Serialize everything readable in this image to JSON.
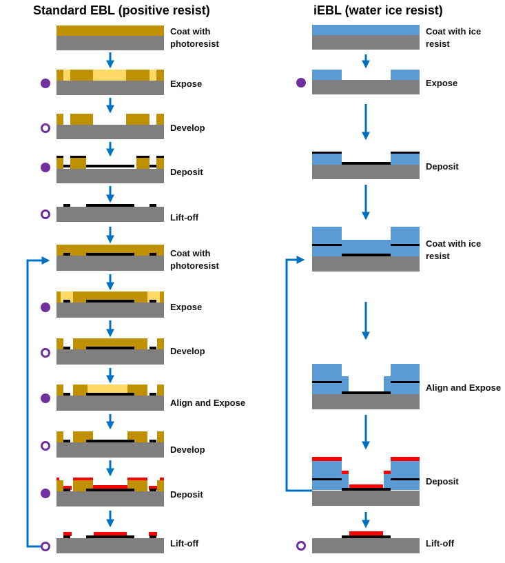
{
  "titles": {
    "left": "Standard EBL (positive resist)",
    "right": "iEBL (water ice resist)"
  },
  "left_steps": [
    "Coat with\nphotoresist",
    "Expose",
    "Develop",
    "Deposit",
    "Lift-off",
    "Coat with\nphotoresist",
    "Expose",
    "Develop",
    "Align and Expose",
    "Develop",
    "Deposit",
    "Lift-off"
  ],
  "right_steps": [
    "Coat with ice\nresist",
    "Expose",
    "Deposit",
    "Coat with ice\nresist",
    "Align and Expose",
    "Deposit",
    "Lift-off"
  ],
  "legend_markers": {
    "left": [
      "none",
      "filled",
      "hollow",
      "filled",
      "hollow",
      "none",
      "filled",
      "hollow",
      "filled",
      "hollow",
      "filled",
      "hollow"
    ],
    "right": [
      "none",
      "filled",
      "none",
      "none",
      "none",
      "none",
      "hollow"
    ]
  },
  "colors": {
    "substrate": "#7f7f7f",
    "photoresist": "#bf9000",
    "exposed_resist": "#ffd966",
    "ice_resist": "#5b9bd5",
    "metal_first": "#000000",
    "metal_second": "#ff0000",
    "arrow": "#0070c0",
    "marker": "#7030a0"
  }
}
